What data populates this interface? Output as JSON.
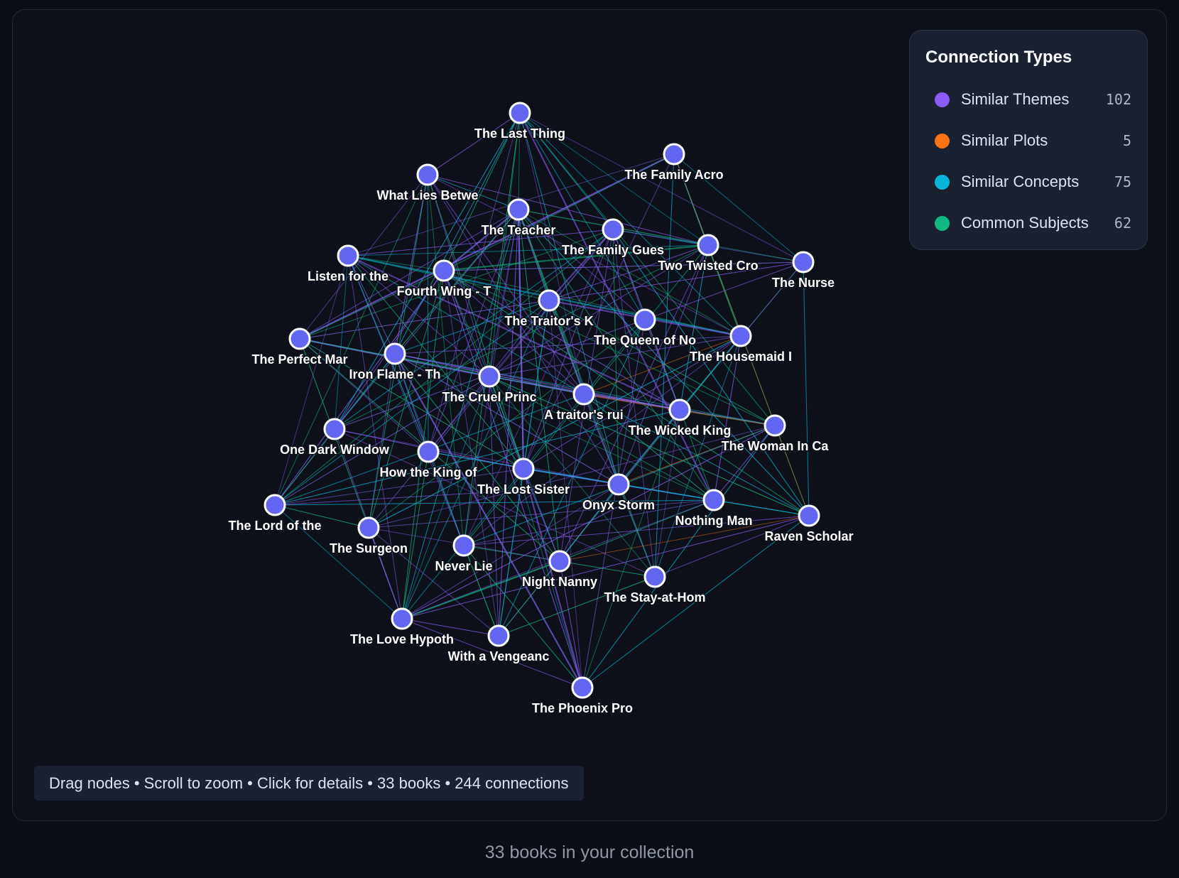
{
  "graph": {
    "nodes": [
      {
        "id": "last-thing",
        "label": "The Last Thing"
      },
      {
        "id": "family-acro",
        "label": "The Family Acro"
      },
      {
        "id": "what-lies",
        "label": "What Lies Betwe"
      },
      {
        "id": "teacher",
        "label": "The Teacher"
      },
      {
        "id": "family-gues",
        "label": "The Family Gues"
      },
      {
        "id": "two-twisted",
        "label": "Two Twisted Cro"
      },
      {
        "id": "nurse",
        "label": "The Nurse"
      },
      {
        "id": "listen-for",
        "label": "Listen for the"
      },
      {
        "id": "fourth-wing",
        "label": "Fourth Wing - T"
      },
      {
        "id": "traitors-k",
        "label": "The Traitor's K"
      },
      {
        "id": "queen-of-no",
        "label": "The Queen of No"
      },
      {
        "id": "housemaid",
        "label": "The Housemaid I"
      },
      {
        "id": "perfect-mar",
        "label": "The Perfect Mar"
      },
      {
        "id": "iron-flame",
        "label": "Iron Flame - Th"
      },
      {
        "id": "cruel-princ",
        "label": "The Cruel Princ"
      },
      {
        "id": "traitors-rui",
        "label": "A traitor's rui"
      },
      {
        "id": "wicked-king",
        "label": "The Wicked King"
      },
      {
        "id": "woman-in-ca",
        "label": "The Woman In Ca"
      },
      {
        "id": "one-dark",
        "label": "One Dark Window"
      },
      {
        "id": "how-the-king",
        "label": "How the King of"
      },
      {
        "id": "lost-sister",
        "label": "The Lost Sister"
      },
      {
        "id": "onyx-storm",
        "label": "Onyx Storm"
      },
      {
        "id": "nothing-man",
        "label": "Nothing Man"
      },
      {
        "id": "raven-scholar",
        "label": "Raven Scholar"
      },
      {
        "id": "lord-of-the",
        "label": "The Lord of the"
      },
      {
        "id": "surgeon",
        "label": "The Surgeon"
      },
      {
        "id": "never-lie",
        "label": "Never Lie"
      },
      {
        "id": "night-nanny",
        "label": "Night Nanny"
      },
      {
        "id": "stay-at-hom",
        "label": "The Stay-at-Hom"
      },
      {
        "id": "love-hypoth",
        "label": "The Love Hypoth"
      },
      {
        "id": "vengeanc",
        "label": "With a Vengeanc"
      },
      {
        "id": "phoenix-pro",
        "label": "The Phoenix Pro"
      }
    ]
  },
  "legend": {
    "title": "Connection Types",
    "items": [
      {
        "label": "Similar Themes",
        "count": "102",
        "color": "#8b5cf6"
      },
      {
        "label": "Similar Plots",
        "count": "5",
        "color": "#f97316"
      },
      {
        "label": "Similar Concepts",
        "count": "75",
        "color": "#06b6d4"
      },
      {
        "label": "Common Subjects",
        "count": "62",
        "color": "#10b981"
      }
    ]
  },
  "hint": {
    "text": "Drag nodes • Scroll to zoom • Click for details • 33 books • 244 connections"
  },
  "footer": {
    "text": "33 books in your collection"
  },
  "colors": {
    "node_fill": "#6366f1",
    "node_stroke": "#ffffff",
    "background": "#0d1018"
  }
}
